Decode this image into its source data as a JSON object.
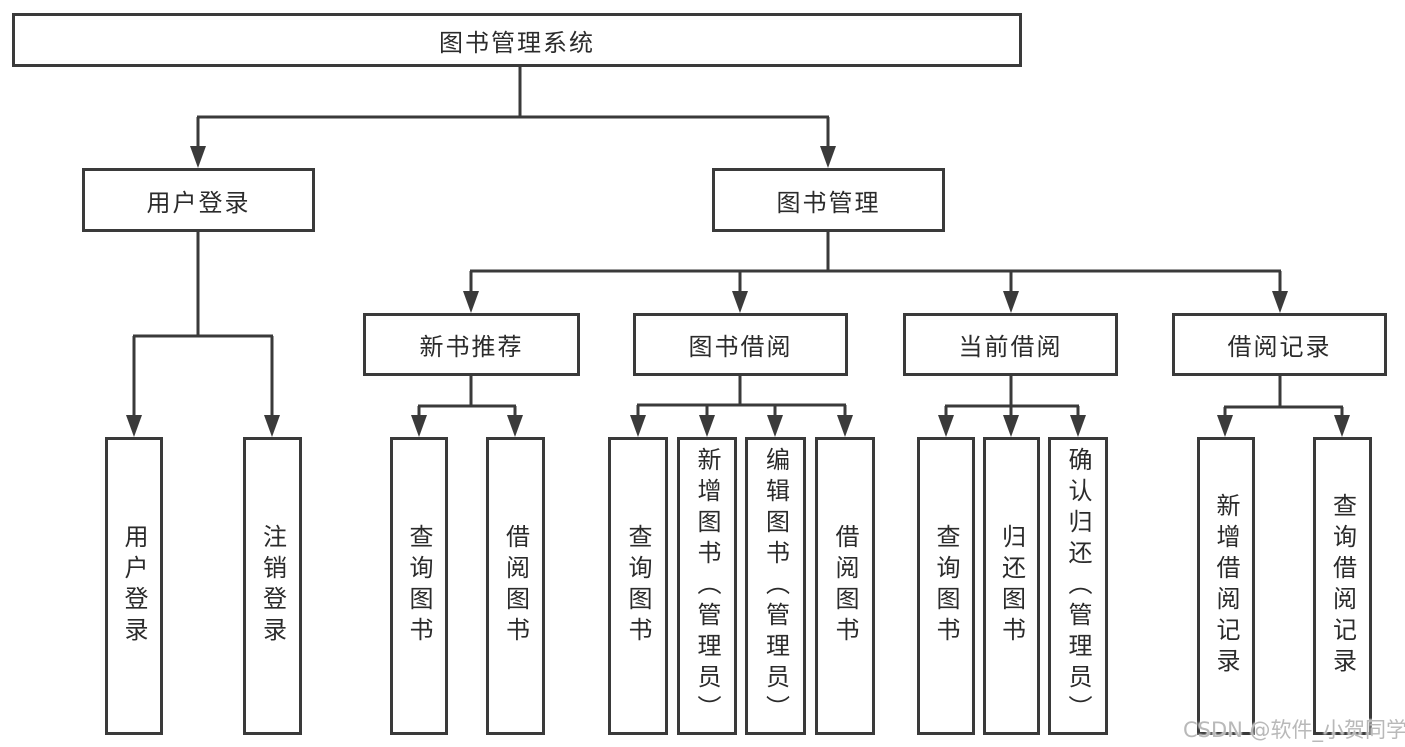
{
  "diagram": {
    "watermark": "CSDN @软件_小贺同学",
    "colors": {
      "line": "#3a3a3a",
      "text": "#2b2b2b",
      "background": "#ffffff",
      "watermark": "#b9b9b9"
    },
    "tree": {
      "label": "图书管理系统",
      "children": [
        {
          "label": "用户登录",
          "children": [
            {
              "label": "用户登录"
            },
            {
              "label": "注销登录"
            }
          ]
        },
        {
          "label": "图书管理",
          "children": [
            {
              "label": "新书推荐",
              "children": [
                {
                  "label": "查询图书"
                },
                {
                  "label": "借阅图书"
                }
              ]
            },
            {
              "label": "图书借阅",
              "children": [
                {
                  "label": "查询图书"
                },
                {
                  "label": "新增图书（管理员）"
                },
                {
                  "label": "编辑图书（管理员）"
                },
                {
                  "label": "借阅图书"
                }
              ]
            },
            {
              "label": "当前借阅",
              "children": [
                {
                  "label": "查询图书"
                },
                {
                  "label": "归还图书"
                },
                {
                  "label": "确认归还（管理员）"
                }
              ]
            },
            {
              "label": "借阅记录",
              "children": [
                {
                  "label": "新增借阅记录"
                },
                {
                  "label": "查询借阅记录"
                }
              ]
            }
          ]
        }
      ]
    }
  }
}
